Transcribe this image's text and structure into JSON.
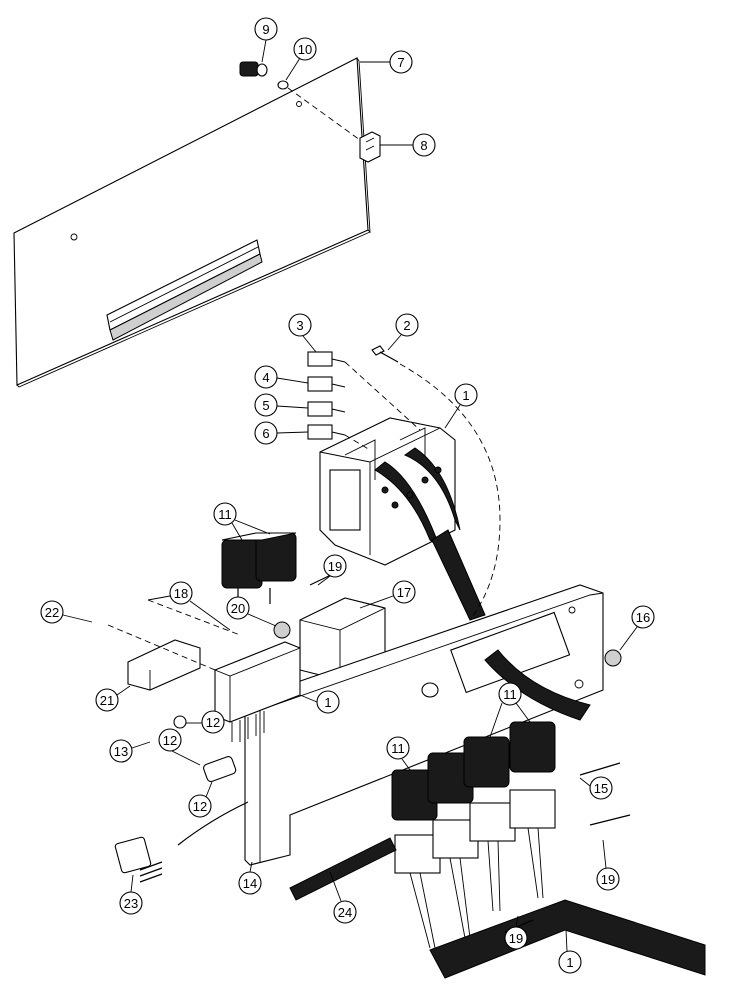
{
  "diagram": {
    "callouts": [
      {
        "id": "c9",
        "label": "9"
      },
      {
        "id": "c10",
        "label": "10"
      },
      {
        "id": "c7",
        "label": "7"
      },
      {
        "id": "c8",
        "label": "8"
      },
      {
        "id": "c3",
        "label": "3"
      },
      {
        "id": "c2",
        "label": "2"
      },
      {
        "id": "c4",
        "label": "4"
      },
      {
        "id": "c5",
        "label": "5"
      },
      {
        "id": "c6",
        "label": "6"
      },
      {
        "id": "c1a",
        "label": "1"
      },
      {
        "id": "c11a",
        "label": "11"
      },
      {
        "id": "c19a",
        "label": "19"
      },
      {
        "id": "c17",
        "label": "17"
      },
      {
        "id": "c18",
        "label": "18"
      },
      {
        "id": "c22",
        "label": "22"
      },
      {
        "id": "c20",
        "label": "20"
      },
      {
        "id": "c16",
        "label": "16"
      },
      {
        "id": "c21",
        "label": "21"
      },
      {
        "id": "c1b",
        "label": "1"
      },
      {
        "id": "c11b",
        "label": "11"
      },
      {
        "id": "c12a",
        "label": "12"
      },
      {
        "id": "c13",
        "label": "13"
      },
      {
        "id": "c12b",
        "label": "12"
      },
      {
        "id": "c11c",
        "label": "11"
      },
      {
        "id": "c15",
        "label": "15"
      },
      {
        "id": "c12c",
        "label": "12"
      },
      {
        "id": "c23",
        "label": "23"
      },
      {
        "id": "c14",
        "label": "14"
      },
      {
        "id": "c24",
        "label": "24"
      },
      {
        "id": "c19b",
        "label": "19"
      },
      {
        "id": "c19c",
        "label": "19"
      },
      {
        "id": "c1c",
        "label": "1"
      }
    ]
  }
}
